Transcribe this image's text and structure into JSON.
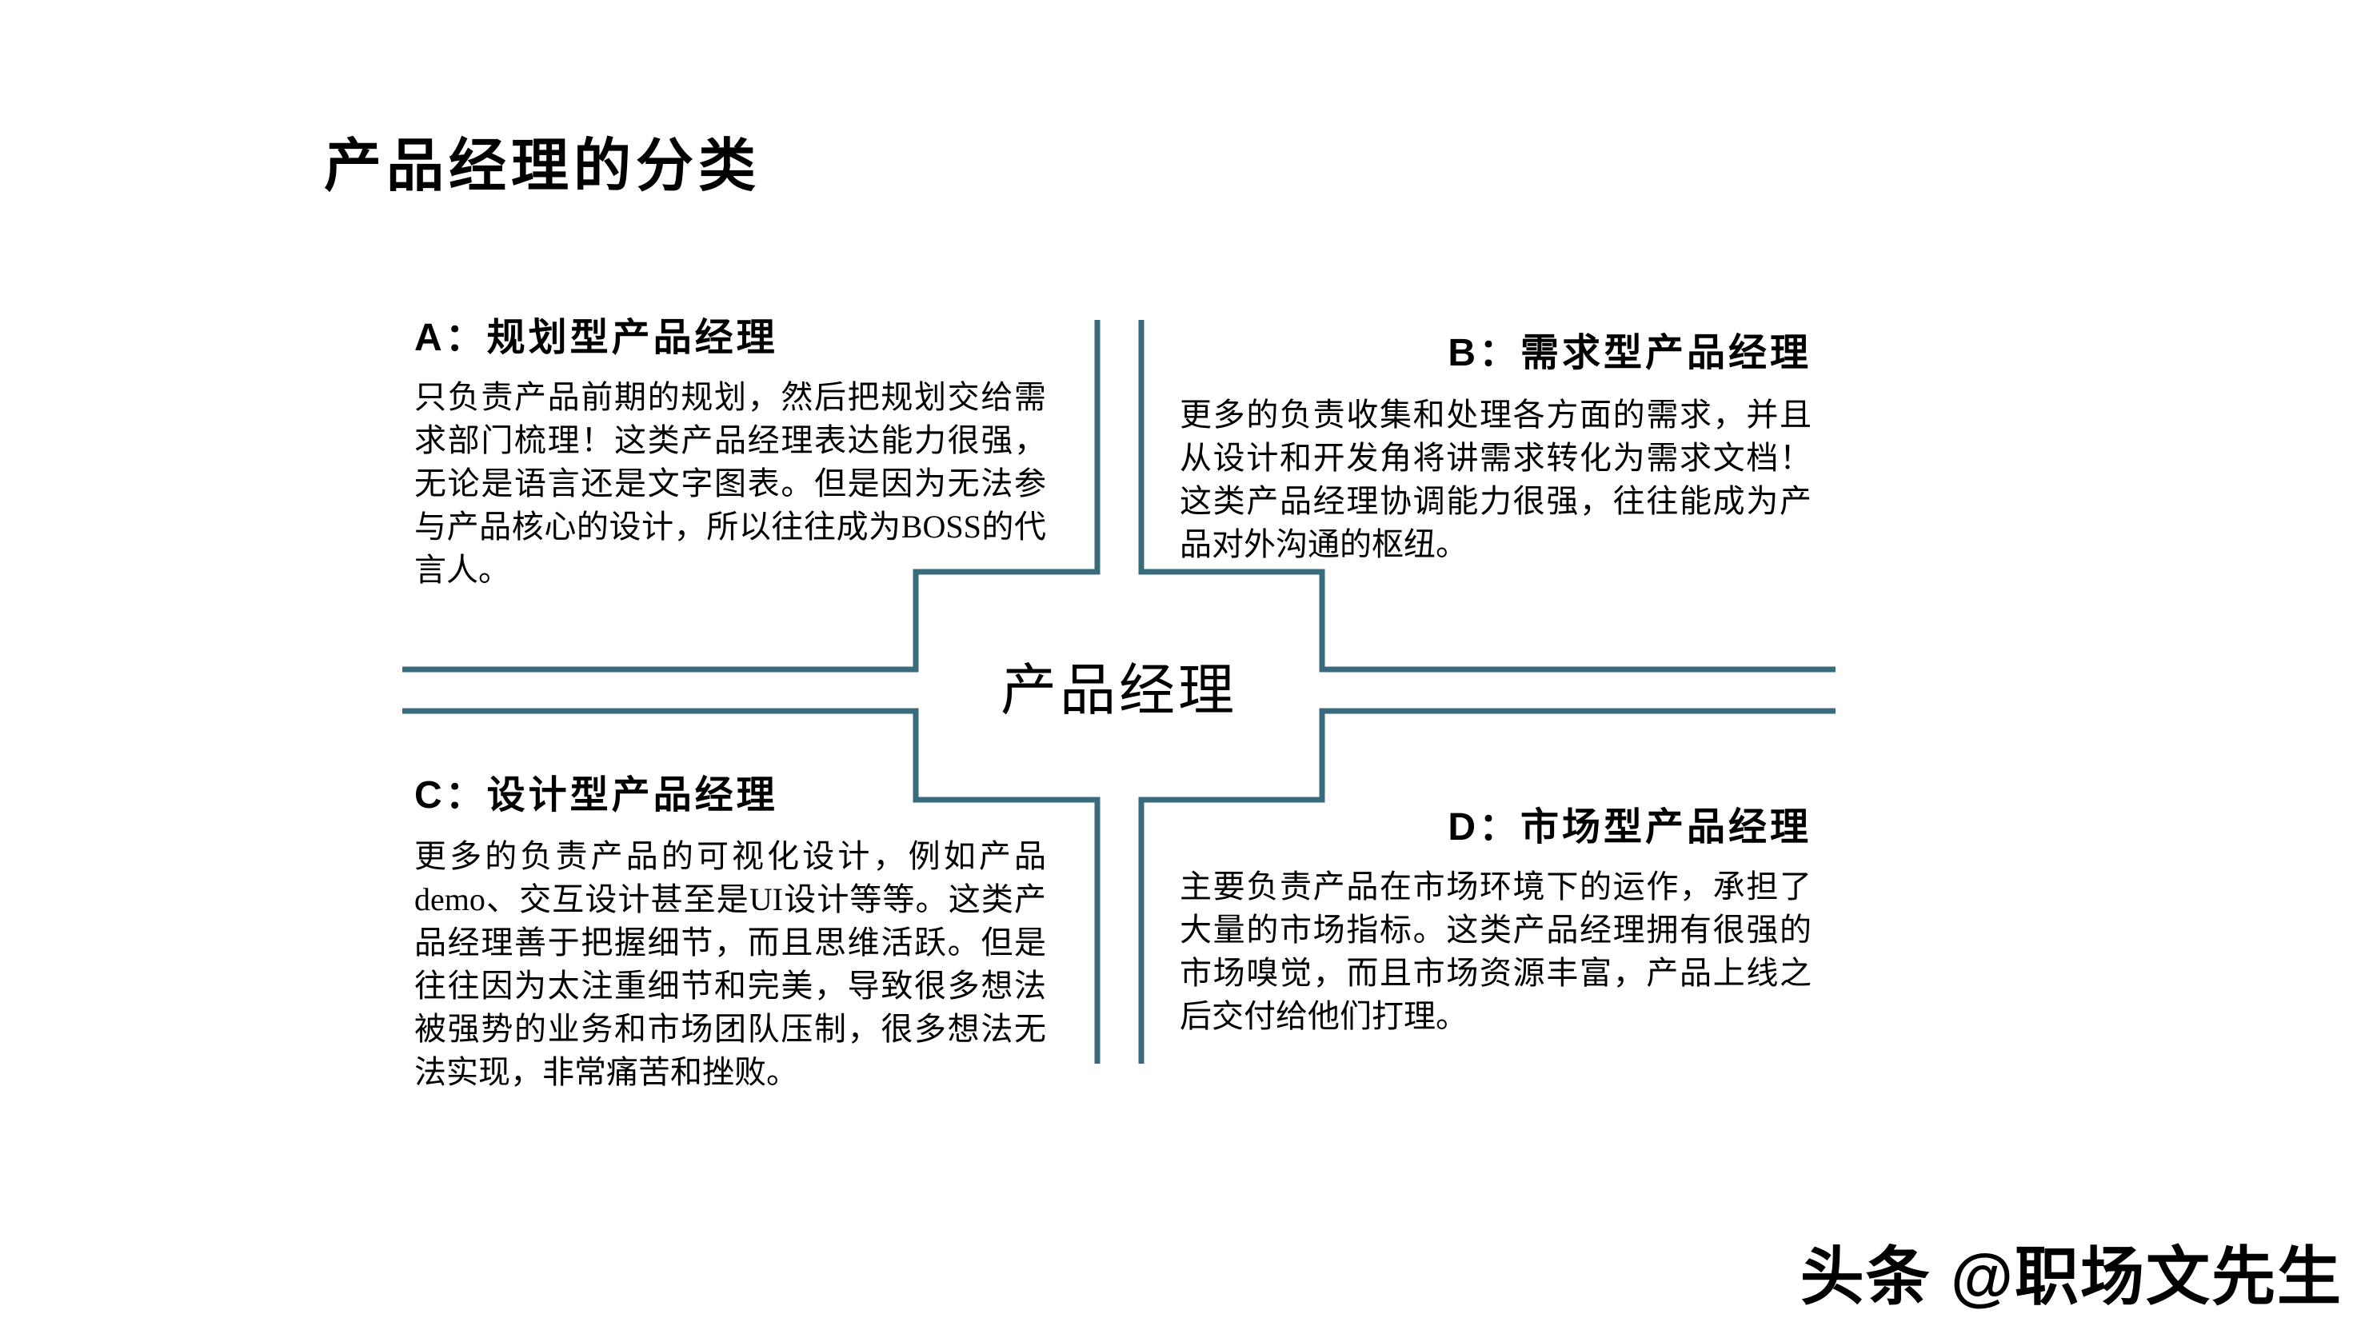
{
  "title": "产品经理的分类",
  "center": {
    "label": "产品经理"
  },
  "quadrants": [
    {
      "id": "A",
      "letter": "A：",
      "name": "规划型产品经理",
      "body": "只负责产品前期的规划，然后把规划交给需求部门梳理！这类产品经理表达能力很强，无论是语言还是文字图表。但是因为无法参与产品核心的设计，所以往往成为BOSS的代言人。"
    },
    {
      "id": "B",
      "letter": "B：",
      "name": "需求型产品经理",
      "body": "更多的负责收集和处理各方面的需求，并且从设计和开发角将讲需求转化为需求文档！这类产品经理协调能力很强，往往能成为产品对外沟通的枢纽。"
    },
    {
      "id": "C",
      "letter": "C：",
      "name": "设计型产品经理",
      "body": "更多的负责产品的可视化设计，例如产品demo、交互设计甚至是UI设计等等。这类产品经理善于把握细节，而且思维活跃。但是往往因为太注重细节和完美，导致很多想法被强势的业务和市场团队压制，很多想法无法实现，非常痛苦和挫败。"
    },
    {
      "id": "D",
      "letter": "D：",
      "name": "市场型产品经理",
      "body": "主要负责产品在市场环境下的运作，承担了大量的市场指标。这类产品经理拥有很强的市场嗅觉，而且市场资源丰富，产品上线之后交付给他们打理。"
    }
  ],
  "watermark": "头条 @职场文先生",
  "colors": {
    "line": "#386b7c",
    "text": "#000000",
    "background": "#ffffff"
  }
}
